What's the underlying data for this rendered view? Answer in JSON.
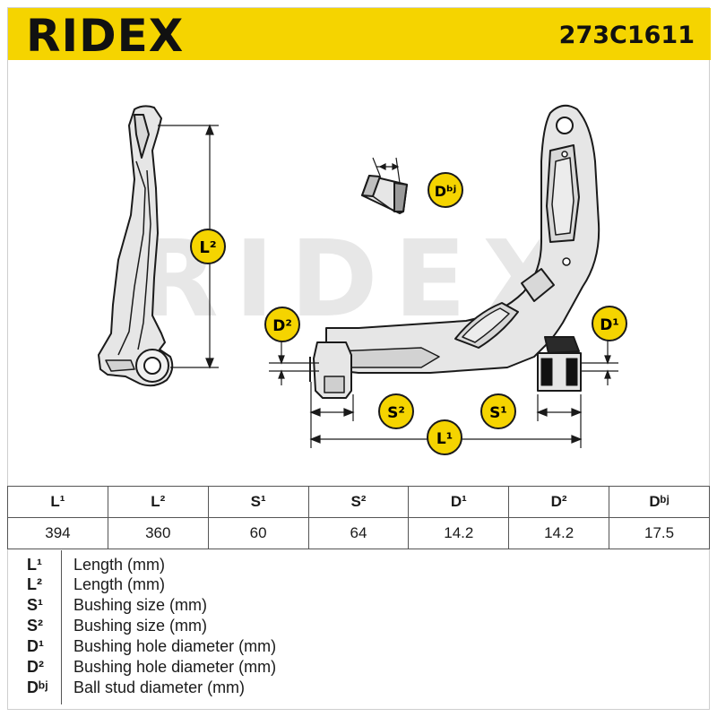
{
  "header": {
    "brand": "RIDEX",
    "part_number": "273C1611"
  },
  "watermark": "RIDEX",
  "diagram_labels": {
    "l2": "L²",
    "dbj": "Dᵇʲ",
    "d2": "D²",
    "d1": "D¹",
    "s2": "S²",
    "s1": "S¹",
    "l1": "L¹"
  },
  "table": {
    "headers": [
      "L¹",
      "L²",
      "S¹",
      "S²",
      "D¹",
      "D²",
      "Dᵇʲ"
    ],
    "values": [
      "394",
      "360",
      "60",
      "64",
      "14.2",
      "14.2",
      "17.5"
    ]
  },
  "legend": [
    {
      "symbol": "L¹",
      "description": "Length (mm)"
    },
    {
      "symbol": "L²",
      "description": "Length (mm)"
    },
    {
      "symbol": "S¹",
      "description": "Bushing size (mm)"
    },
    {
      "symbol": "S²",
      "description": "Bushing size (mm)"
    },
    {
      "symbol": "D¹",
      "description": "Bushing hole diameter (mm)"
    },
    {
      "symbol": "D²",
      "description": "Bushing hole diameter (mm)"
    },
    {
      "symbol": "Dᵇʲ",
      "description": "Ball stud diameter (mm)"
    }
  ],
  "colors": {
    "accent": "#f5d400",
    "line": "#1a1a1a",
    "part_fill": "#e6e6e6",
    "watermark": "#e7e7e7"
  }
}
